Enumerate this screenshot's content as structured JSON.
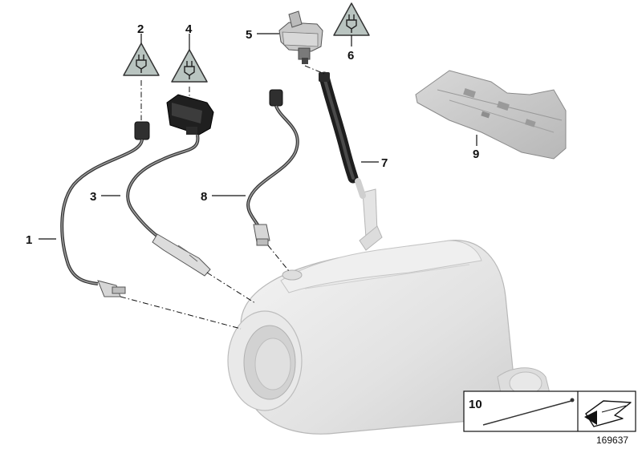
{
  "callouts": [
    {
      "id": "1",
      "text": "1"
    },
    {
      "id": "2",
      "text": "2"
    },
    {
      "id": "3",
      "text": "3"
    },
    {
      "id": "4",
      "text": "4"
    },
    {
      "id": "5",
      "text": "5"
    },
    {
      "id": "6",
      "text": "6"
    },
    {
      "id": "7",
      "text": "7"
    },
    {
      "id": "8",
      "text": "8"
    },
    {
      "id": "9",
      "text": "9"
    },
    {
      "id": "10",
      "text": "10"
    }
  ],
  "document_number": "169637",
  "colors": {
    "ink": "#111111",
    "warning_fill": "#b9c4c0",
    "part_light": "#e6e6e6",
    "part_mid": "#c8c8c8",
    "part_dark": "#2b2b2b"
  },
  "icons": [
    "electrical-warning-icon",
    "arrow-icon"
  ]
}
